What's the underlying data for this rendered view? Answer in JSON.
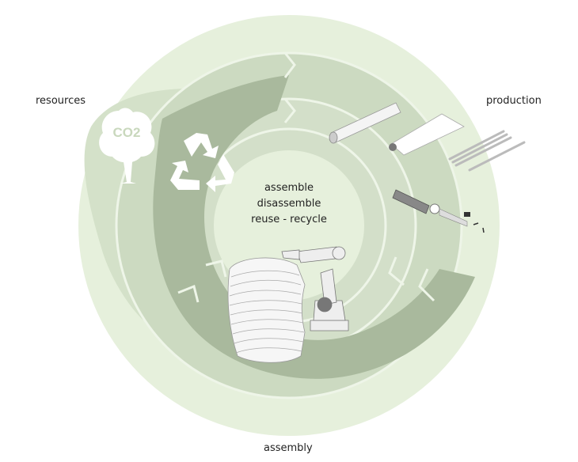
{
  "labels": {
    "resources": "resources",
    "production": "production",
    "assembly": "assembly"
  },
  "center_text": [
    "assemble",
    "disassemble",
    "reuse - recycle"
  ],
  "tree_icon_text": "CO2",
  "icons": [
    "tree-co2-icon",
    "recycle-icon",
    "timber-log-icon",
    "veneer-roll-icon",
    "strips-icon",
    "extrusion-icon",
    "robot-arm-icon",
    "sculpture-icon"
  ],
  "colors": {
    "outer": "#e6f0dc",
    "ring": "#cddbc2",
    "inner_ring": "#d6e2cc",
    "dark_band": "#a9b99d",
    "separator": "#eef5e8"
  }
}
